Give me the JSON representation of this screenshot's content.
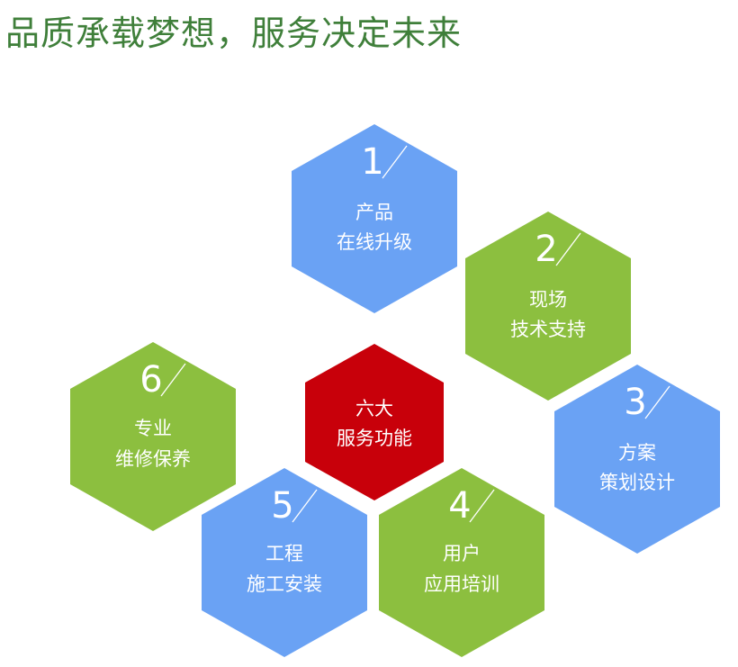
{
  "title": "品质承载梦想，服务决定未来",
  "center": {
    "line1": "六大",
    "line2": "服务功能",
    "color": "#c8000a"
  },
  "services": [
    {
      "number": "1",
      "line1": "产品",
      "line2": "在线升级",
      "color": "#6aa2f4"
    },
    {
      "number": "2",
      "line1": "现场",
      "line2": "技术支持",
      "color": "#8cbf3f"
    },
    {
      "number": "3",
      "line1": "方案",
      "line2": "策划设计",
      "color": "#6aa2f4"
    },
    {
      "number": "4",
      "line1": "用户",
      "line2": "应用培训",
      "color": "#8cbf3f"
    },
    {
      "number": "5",
      "line1": "工程",
      "line2": "施工安装",
      "color": "#6aa2f4"
    },
    {
      "number": "6",
      "line1": "专业",
      "line2": "维修保养",
      "color": "#8cbf3f"
    }
  ]
}
